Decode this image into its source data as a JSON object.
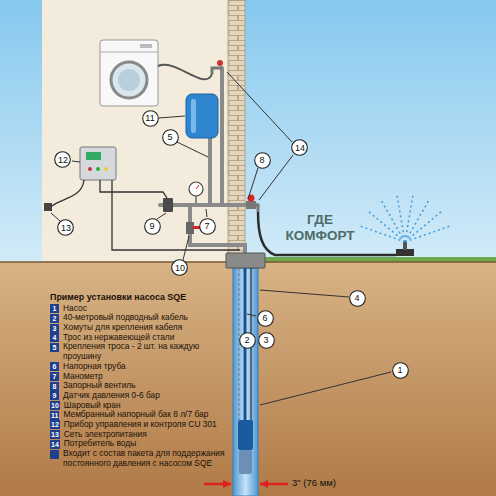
{
  "diagram": {
    "title": "Пример установки насоса SQE",
    "nodes": [
      {
        "text": [
          "11"
        ]
      },
      {
        "text": [
          "5"
        ]
      },
      {
        "text": [
          "14"
        ]
      },
      {
        "text": [
          "12"
        ]
      },
      {
        "text": [
          "8"
        ]
      },
      {
        "text": [
          "9"
        ]
      },
      {
        "text": [
          "7"
        ]
      },
      {
        "text": [
          "13"
        ]
      },
      {
        "text": [
          "10"
        ]
      },
      {
        "text": [
          "4"
        ]
      },
      {
        "text": [
          "6"
        ]
      },
      {
        "text": [
          "2"
        ]
      },
      {
        "text": [
          "3"
        ]
      },
      {
        "text": [
          "1"
        ]
      }
    ],
    "labels": [
      "1",
      "2",
      "3",
      "4",
      "5",
      "6",
      "7",
      "8",
      "9",
      "10",
      "11",
      "12",
      "13",
      "14",
      "ГДЕ КОМФОРТ",
      "3\" (76 мм)"
    ],
    "legend": [
      {
        "text": "Насос"
      },
      {
        "text": "40-метровый подводный кабель"
      },
      {
        "text": "Хомуты для крепления кабеля"
      },
      {
        "text": "Трос из нержавеющей стали"
      },
      {
        "text": "Крепления троса - 2 шт. на каждую проушину"
      },
      {
        "text": "Напорная труба"
      },
      {
        "text": "Манометр"
      },
      {
        "text": "Запорный вентиль"
      },
      {
        "text": "Датчик давления 0-6 бар"
      },
      {
        "text": "Шаровый кран"
      },
      {
        "text": "Мембранный напорный бак 8 л/7 бар"
      },
      {
        "text": "Прибор управления и контроля CU 301"
      },
      {
        "text": "Сеть электропитания"
      },
      {
        "text": "Потребитель воды"
      },
      {
        "text": "Входит с состав пакета для поддержания постоянного давления с насосом SQE",
        "color": "#1f3f8f"
      }
    ]
  }
}
